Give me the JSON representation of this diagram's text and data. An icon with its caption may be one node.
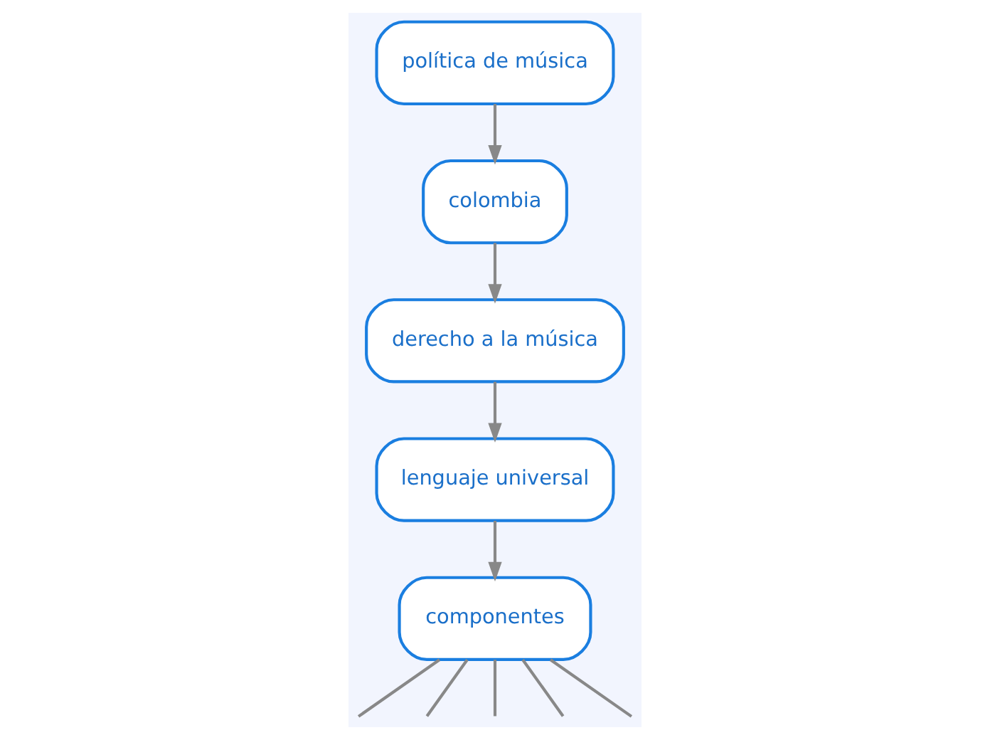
{
  "diagram": {
    "nodes": [
      {
        "text": [
          "política de música"
        ]
      },
      {
        "text": [
          "colombia"
        ]
      },
      {
        "text": [
          "derecho a la música"
        ]
      },
      {
        "text": [
          "lenguaje universal"
        ]
      },
      {
        "text": [
          "componentes"
        ]
      }
    ],
    "edges": [
      {
        "from": 0,
        "to": 1,
        "arrow": "to"
      },
      {
        "from": 1,
        "to": 2,
        "arrow": "to"
      },
      {
        "from": 2,
        "to": 3,
        "arrow": "to"
      },
      {
        "from": 3,
        "to": 4,
        "arrow": "to"
      },
      {
        "from": 4,
        "to": null,
        "arrow": "none"
      },
      {
        "from": 4,
        "to": null,
        "arrow": "none"
      },
      {
        "from": 4,
        "to": null,
        "arrow": "none"
      },
      {
        "from": 4,
        "to": null,
        "arrow": "none"
      },
      {
        "from": 4,
        "to": null,
        "arrow": "none"
      }
    ]
  }
}
